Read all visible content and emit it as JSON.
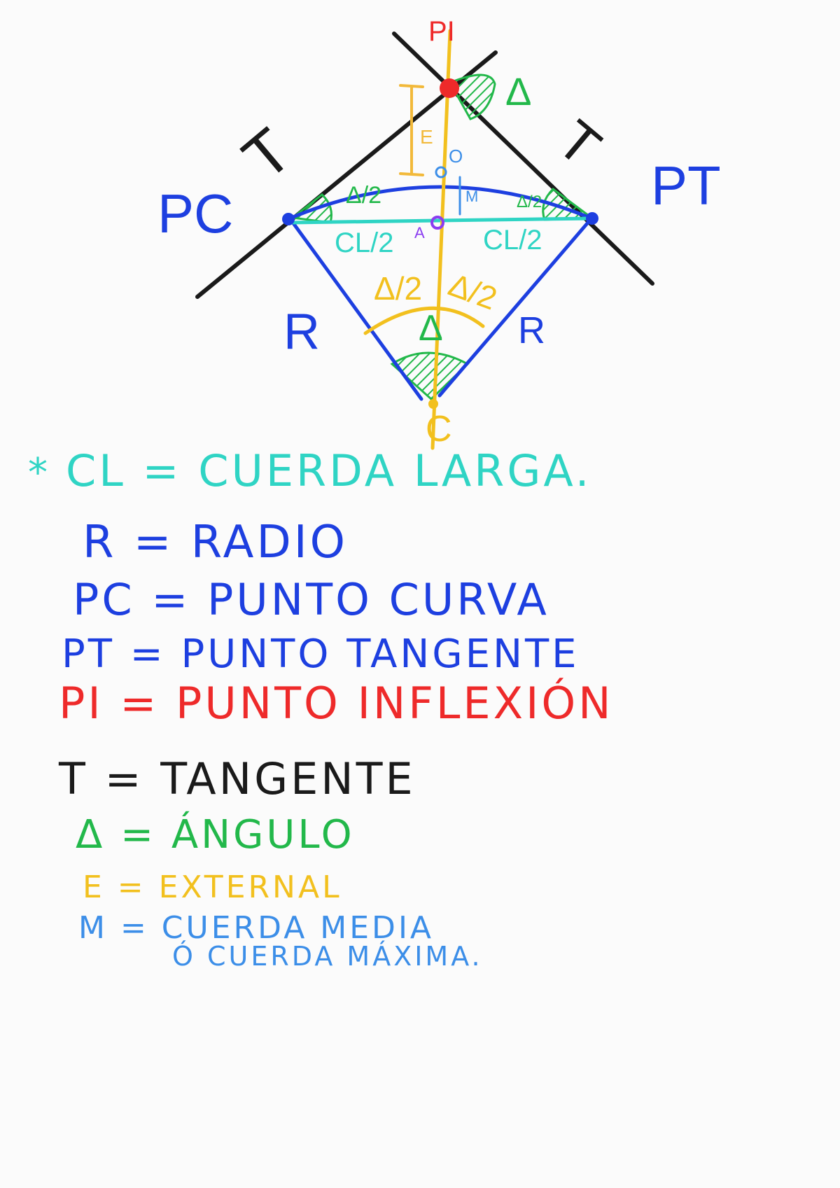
{
  "colors": {
    "black": "#1a1a1a",
    "blue": "#1d3fe0",
    "cyan": "#2fd4c4",
    "green": "#22b84a",
    "yellow": "#f2c01e",
    "red": "#ee2a2a",
    "purple": "#8b3df0",
    "lightblue": "#3c8ee8"
  },
  "diagram": {
    "pi": "PI",
    "pc": "PC",
    "pt": "PT",
    "t_left": "T",
    "t_right": "T",
    "e": "E",
    "o": "O",
    "m": "M",
    "a": "A",
    "delta_top": "Δ",
    "delta_half_left": "Δ/2",
    "delta_half_right": "Δ/2",
    "cl_half_left": "CL/2",
    "cl_half_right": "CL/2",
    "r_left": "R",
    "r_right": "R",
    "delta_half_bottom_left": "Δ/2",
    "delta_half_bottom_right": "Δ/2",
    "delta_center": "Δ",
    "c": "C"
  },
  "legend": {
    "cl": {
      "mark": "*",
      "text": "CL = CUERDA LARGA."
    },
    "r": "R = RADIO",
    "pc": "PC = PUNTO CURVA",
    "pt": "PT = PUNTO TANGENTE",
    "pi": "PI = PUNTO INFLEXIÓN",
    "t": "T = TANGENTE",
    "delta": "Δ = ÁNGULO",
    "e": "E = EXTERNAL",
    "m_1": "M = CUERDA MEDIA",
    "m_2": "Ó CUERDA MÁXIMA."
  }
}
